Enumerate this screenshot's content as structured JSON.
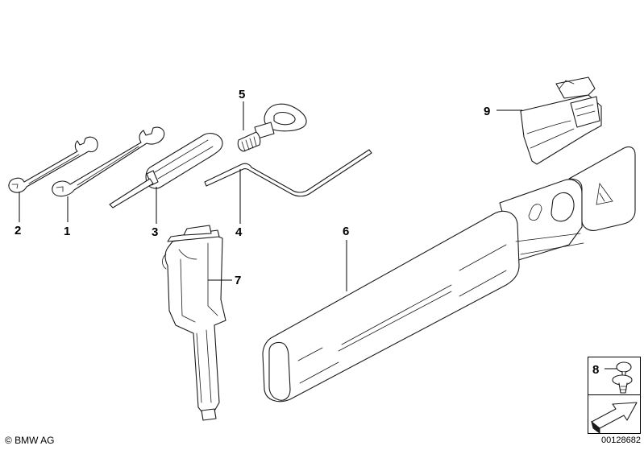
{
  "callouts": {
    "c1": "1",
    "c2": "2",
    "c3": "3",
    "c4": "4",
    "c5": "5",
    "c6": "6",
    "c7": "7",
    "c8": "8",
    "c9": "9"
  },
  "footer": {
    "copyright": "© BMW AG",
    "doc_number": "00128682"
  },
  "colors": {
    "line": "#1a1a1a",
    "fill": "#ffffff",
    "shade": "#d9d9d9"
  }
}
